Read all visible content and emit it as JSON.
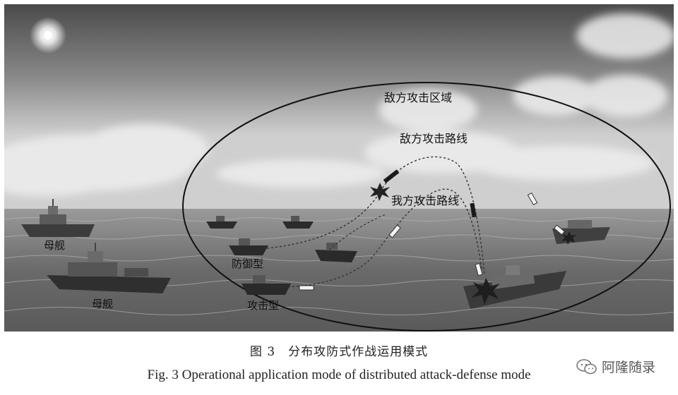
{
  "diagram": {
    "labels": {
      "enemy_zone": "敌方攻击区域",
      "enemy_route": "敌方攻击路线",
      "our_route": "我方攻击路线",
      "mothership_1": "母舰",
      "mothership_2": "母舰",
      "defense_type": "防御型",
      "attack_type": "攻击型"
    }
  },
  "caption": {
    "chinese": "图 3　分布攻防式作战运用模式",
    "english": "Fig. 3    Operational application mode of distributed attack-defense mode"
  },
  "watermark": {
    "text": "阿隆随录",
    "icon": "wechat-icon"
  }
}
